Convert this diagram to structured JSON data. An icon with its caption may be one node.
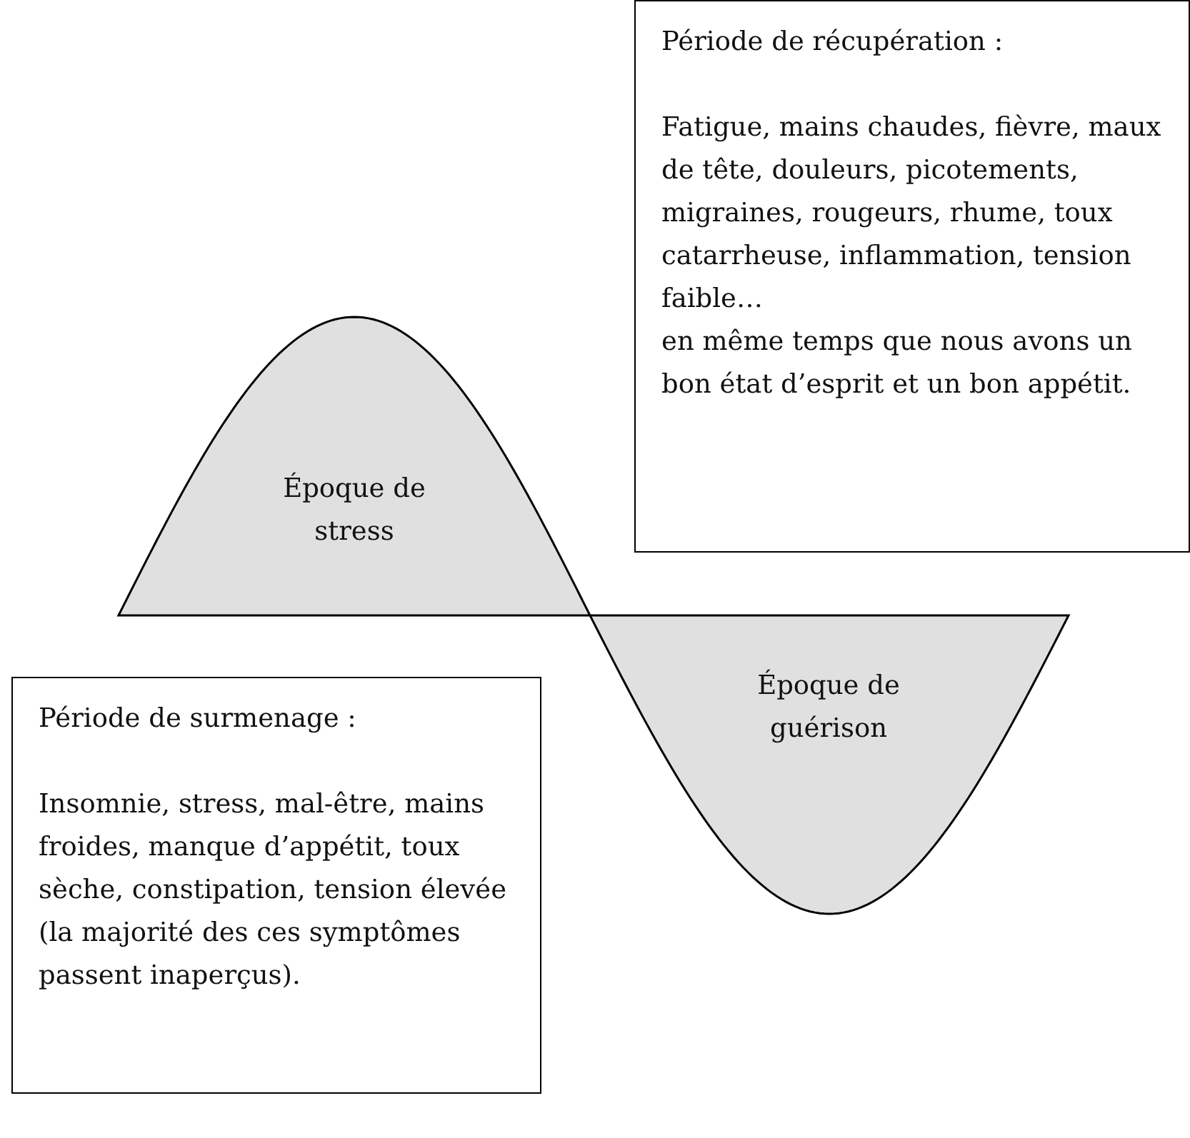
{
  "diagram": {
    "nodes": [
      {
        "text": [
          "Période de récupération :",
          "Fatigue, mains chaudes, fièvre, maux de tête, douleurs, picotements, migraines, rougeurs, rhume, toux catarrheuse, inflammation, tension faible…",
          "en même temps que nous avons un bon état d’esprit et un bon appétit."
        ]
      },
      {
        "text": [
          "Époque de stress"
        ]
      },
      {
        "text": [
          "Époque de guérison"
        ]
      },
      {
        "text": [
          "Période de surmenage :",
          "Insomnie, stress, mal-être, mains froides, manque d’appétit, toux sèche, constipation, tension élevée (la majorité des ces symptômes passent inaperçus)."
        ]
      }
    ]
  }
}
